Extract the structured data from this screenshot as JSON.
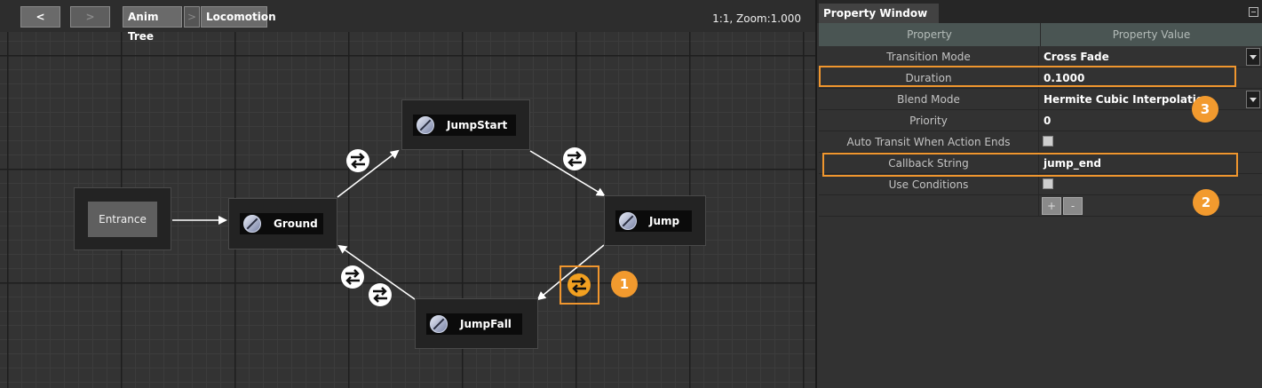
{
  "graph": {
    "toolbar": {
      "back_label": "<",
      "forward_label": ">",
      "breadcrumbs": [
        "Anim Tree",
        "Locomotion"
      ],
      "breadcrumb_separator": ">",
      "zoom_text": "1:1, Zoom:1.000"
    },
    "nodes": {
      "entrance": "Entrance",
      "ground": "Ground",
      "jumpstart": "JumpStart",
      "jump": "Jump",
      "jumpfall": "JumpFall"
    },
    "highlight_color": "#f0962e",
    "badges": {
      "transition": "1",
      "callback": "2",
      "blend": "3"
    }
  },
  "properties": {
    "window_title": "Property Window",
    "header": {
      "property": "Property",
      "value": "Property Value"
    },
    "rows": {
      "transition_mode": {
        "name": "Transition Mode",
        "value": "Cross Fade"
      },
      "duration": {
        "name": "Duration",
        "value": "0.1000"
      },
      "blend_mode": {
        "name": "Blend Mode",
        "value": "Hermite Cubic Interpolation"
      },
      "priority": {
        "name": "Priority",
        "value": "0"
      },
      "auto_transit": {
        "name": "Auto Transit When Action Ends",
        "checked": false
      },
      "callback": {
        "name": "Callback String",
        "value": "jump_end"
      },
      "use_conditions": {
        "name": "Use Conditions",
        "checked": false
      }
    },
    "add_label": "+",
    "remove_label": "-"
  }
}
